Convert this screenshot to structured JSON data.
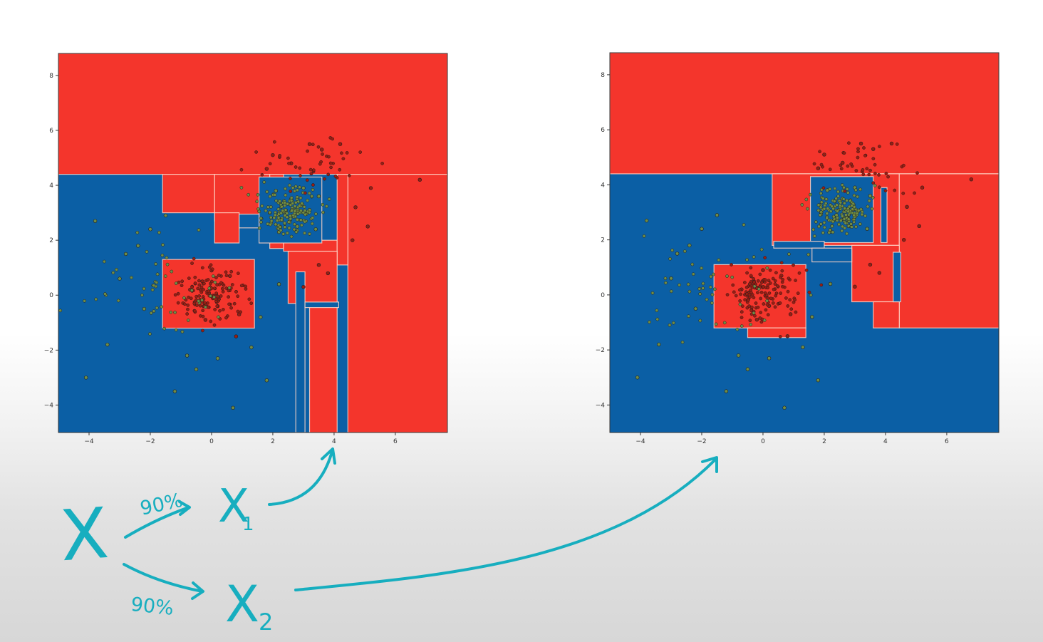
{
  "colors": {
    "class_red": "#f4352c",
    "class_blue": "#0b5fa5",
    "boundary": "#ffd6c8",
    "point_red": "#9a1d12",
    "point_blue": "#6f8c46",
    "ink": "#17aebf"
  },
  "chart_data": [
    {
      "type": "scatter",
      "title": "",
      "xlabel": "",
      "ylabel": "",
      "xlim": [
        -5,
        7.7
      ],
      "ylim": [
        -5,
        8.8
      ],
      "xticks": [
        -4,
        -2,
        0,
        2,
        4,
        6
      ],
      "yticks": [
        -4,
        -2,
        0,
        2,
        4,
        6,
        8
      ],
      "xtick_labels": [
        "−4",
        "−2",
        "0",
        "2",
        "4",
        "6"
      ],
      "ytick_labels": [
        "−4",
        "−2",
        "0",
        "2",
        "4",
        "6",
        "8"
      ],
      "background_class": "blue",
      "regions": [
        {
          "class": "red",
          "x": [
            -5,
            7.7
          ],
          "y": [
            4.4,
            8.8
          ]
        },
        {
          "class": "red",
          "x": [
            4.45,
            7.7
          ],
          "y": [
            -5,
            4.4
          ]
        },
        {
          "class": "red",
          "x": [
            -1.6,
            0.1
          ],
          "y": [
            3.0,
            4.4
          ]
        },
        {
          "class": "red",
          "x": [
            0.1,
            1.9
          ],
          "y": [
            2.7,
            4.4
          ]
        },
        {
          "class": "red",
          "x": [
            0.1,
            0.9
          ],
          "y": [
            1.9,
            3.0
          ]
        },
        {
          "class": "red",
          "x": [
            1.9,
            2.35
          ],
          "y": [
            1.7,
            4.4
          ]
        },
        {
          "class": "red",
          "x": [
            2.35,
            4.1
          ],
          "y": [
            1.6,
            2.0
          ]
        },
        {
          "class": "red",
          "x": [
            4.1,
            4.45
          ],
          "y": [
            1.1,
            4.4
          ]
        },
        {
          "class": "red",
          "x": [
            -1.6,
            1.4
          ],
          "y": [
            -1.2,
            1.3
          ]
        },
        {
          "class": "red",
          "x": [
            2.5,
            4.1
          ],
          "y": [
            -0.3,
            1.6
          ]
        },
        {
          "class": "red",
          "x": [
            3.2,
            4.1
          ],
          "y": [
            -5,
            -0.4
          ]
        },
        {
          "class": "blue",
          "x": [
            1.55,
            3.6
          ],
          "y": [
            1.9,
            4.3
          ]
        },
        {
          "class": "blue",
          "x": [
            0.9,
            1.55
          ],
          "y": [
            2.45,
            2.95
          ]
        },
        {
          "class": "blue",
          "x": [
            2.75,
            3.05
          ],
          "y": [
            -5,
            0.85
          ]
        },
        {
          "class": "blue",
          "x": [
            3.05,
            4.15
          ],
          "y": [
            -0.45,
            -0.25
          ]
        }
      ],
      "series": [
        {
          "class": "red",
          "points": [
            [
              3.2,
              5.5
            ],
            [
              2.0,
              5.1
            ],
            [
              3.6,
              5.3
            ],
            [
              4.2,
              5.5
            ],
            [
              2.6,
              4.8
            ],
            [
              1.8,
              4.6
            ],
            [
              5.2,
              3.9
            ],
            [
              4.7,
              3.2
            ],
            [
              5.1,
              2.5
            ],
            [
              4.6,
              2.0
            ],
            [
              -0.3,
              0.5
            ],
            [
              0.2,
              -0.4
            ],
            [
              0.6,
              0.7
            ],
            [
              -0.7,
              0.2
            ],
            [
              0.9,
              -0.7
            ],
            [
              0.0,
              0.9
            ],
            [
              3.5,
              1.1
            ],
            [
              3.0,
              0.3
            ],
            [
              3.8,
              0.8
            ],
            [
              6.8,
              4.2
            ],
            [
              0.8,
              -1.5
            ],
            [
              -0.2,
              -0.9
            ]
          ]
        },
        {
          "class": "blue",
          "points": [
            [
              2.1,
              3.8
            ],
            [
              2.6,
              3.5
            ],
            [
              3.0,
              3.9
            ],
            [
              2.4,
              2.9
            ],
            [
              3.2,
              3.1
            ],
            [
              2.8,
              2.5
            ],
            [
              1.9,
              3.0
            ],
            [
              3.5,
              3.6
            ],
            [
              2.2,
              2.3
            ],
            [
              3.4,
              2.4
            ],
            [
              -2.0,
              2.4
            ],
            [
              -2.8,
              1.5
            ],
            [
              -3.0,
              0.6
            ],
            [
              -2.2,
              -0.5
            ],
            [
              -4.1,
              -3.0
            ],
            [
              -0.8,
              -2.2
            ],
            [
              -1.5,
              2.9
            ],
            [
              1.6,
              -0.8
            ],
            [
              -3.4,
              -1.8
            ],
            [
              0.7,
              -4.1
            ],
            [
              -2.4,
              1.8
            ],
            [
              1.3,
              -1.9
            ],
            [
              -1.2,
              -3.5
            ],
            [
              -0.5,
              -2.7
            ],
            [
              2.2,
              0.4
            ],
            [
              0.2,
              -2.3
            ],
            [
              -3.8,
              2.7
            ],
            [
              1.8,
              -3.1
            ]
          ]
        }
      ]
    },
    {
      "type": "scatter",
      "title": "",
      "xlabel": "",
      "ylabel": "",
      "xlim": [
        -5,
        7.7
      ],
      "ylim": [
        -5,
        8.8
      ],
      "xticks": [
        -4,
        -2,
        0,
        2,
        4,
        6
      ],
      "yticks": [
        -4,
        -2,
        0,
        2,
        4,
        6,
        8
      ],
      "xtick_labels": [
        "−4",
        "−2",
        "0",
        "2",
        "4",
        "6"
      ],
      "ytick_labels": [
        "−4",
        "−2",
        "0",
        "2",
        "4",
        "6",
        "8"
      ],
      "background_class": "blue",
      "regions": [
        {
          "class": "red",
          "x": [
            -5,
            7.7
          ],
          "y": [
            4.4,
            8.8
          ]
        },
        {
          "class": "red",
          "x": [
            0.3,
            4.45
          ],
          "y": [
            1.8,
            4.4
          ]
        },
        {
          "class": "red",
          "x": [
            4.45,
            7.7
          ],
          "y": [
            -1.2,
            4.4
          ]
        },
        {
          "class": "red",
          "x": [
            2.9,
            4.45
          ],
          "y": [
            -0.25,
            1.8
          ]
        },
        {
          "class": "red",
          "x": [
            3.6,
            4.45
          ],
          "y": [
            -1.2,
            -0.25
          ]
        },
        {
          "class": "red",
          "x": [
            -1.6,
            1.4
          ],
          "y": [
            -1.2,
            1.1
          ]
        },
        {
          "class": "red",
          "x": [
            -0.5,
            1.4
          ],
          "y": [
            -1.55,
            -1.2
          ]
        },
        {
          "class": "blue",
          "x": [
            1.55,
            3.6
          ],
          "y": [
            1.9,
            4.3
          ]
        },
        {
          "class": "blue",
          "x": [
            0.35,
            2.0
          ],
          "y": [
            1.7,
            1.95
          ]
        },
        {
          "class": "blue",
          "x": [
            1.6,
            2.9
          ],
          "y": [
            1.2,
            1.7
          ]
        },
        {
          "class": "blue",
          "x": [
            3.85,
            4.05
          ],
          "y": [
            1.9,
            3.9
          ]
        },
        {
          "class": "blue",
          "x": [
            4.25,
            4.5
          ],
          "y": [
            -0.25,
            1.55
          ]
        }
      ],
      "series": [
        {
          "class": "red",
          "points": [
            [
              3.2,
              5.5
            ],
            [
              2.0,
              5.1
            ],
            [
              3.6,
              5.3
            ],
            [
              4.2,
              5.5
            ],
            [
              2.6,
              4.8
            ],
            [
              1.8,
              4.6
            ],
            [
              5.2,
              3.9
            ],
            [
              4.7,
              3.2
            ],
            [
              5.1,
              2.5
            ],
            [
              4.6,
              2.0
            ],
            [
              -0.3,
              0.5
            ],
            [
              0.2,
              -0.4
            ],
            [
              0.6,
              0.7
            ],
            [
              -0.7,
              0.2
            ],
            [
              0.9,
              -0.7
            ],
            [
              0.0,
              0.9
            ],
            [
              3.5,
              1.1
            ],
            [
              3.0,
              0.3
            ],
            [
              3.8,
              0.8
            ],
            [
              6.8,
              4.2
            ],
            [
              0.8,
              -1.5
            ],
            [
              -0.2,
              -0.9
            ]
          ]
        },
        {
          "class": "blue",
          "points": [
            [
              2.1,
              3.8
            ],
            [
              2.6,
              3.5
            ],
            [
              3.0,
              3.9
            ],
            [
              2.4,
              2.9
            ],
            [
              3.2,
              3.1
            ],
            [
              2.8,
              2.5
            ],
            [
              1.9,
              3.0
            ],
            [
              3.5,
              3.6
            ],
            [
              2.2,
              2.3
            ],
            [
              3.4,
              2.4
            ],
            [
              -2.0,
              2.4
            ],
            [
              -2.8,
              1.5
            ],
            [
              -3.0,
              0.6
            ],
            [
              -2.2,
              -0.5
            ],
            [
              -4.1,
              -3.0
            ],
            [
              -0.8,
              -2.2
            ],
            [
              -1.5,
              2.9
            ],
            [
              1.6,
              -0.8
            ],
            [
              -3.4,
              -1.8
            ],
            [
              0.7,
              -4.1
            ],
            [
              -2.4,
              1.8
            ],
            [
              1.3,
              -1.9
            ],
            [
              -1.2,
              -3.5
            ],
            [
              -0.5,
              -2.7
            ],
            [
              2.2,
              0.4
            ],
            [
              0.2,
              -2.3
            ],
            [
              -3.8,
              2.7
            ],
            [
              1.8,
              -3.1
            ]
          ]
        }
      ]
    }
  ],
  "annotations": {
    "source_label": "X",
    "subset1_label": "X",
    "subset1_sub": "1",
    "subset2_label": "X",
    "subset2_sub": "2",
    "pct1": "90%",
    "pct2": "90%"
  }
}
